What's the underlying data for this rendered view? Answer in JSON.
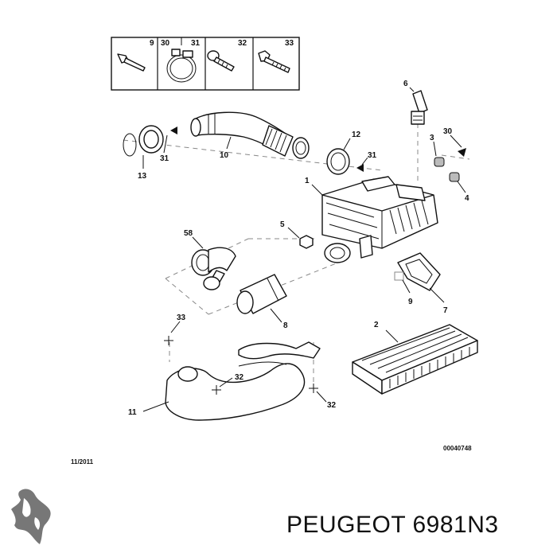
{
  "kit_box": {
    "labels": [
      "9",
      "30",
      "31",
      "32",
      "33"
    ]
  },
  "callouts": {
    "c1": "1",
    "c2": "2",
    "c3": "3",
    "c4": "4",
    "c5": "5",
    "c6": "6",
    "c7": "7",
    "c8": "8",
    "c9": "9",
    "c10": "10",
    "c11": "11",
    "c12": "12",
    "c13": "13",
    "c30": "30",
    "c31a": "31",
    "c31b": "31",
    "c32a": "32",
    "c32b": "32",
    "c33": "33",
    "c58": "58"
  },
  "reference_code": "00040748",
  "date": "11/2011",
  "brand_part": "PEUGEOT 6981N3"
}
